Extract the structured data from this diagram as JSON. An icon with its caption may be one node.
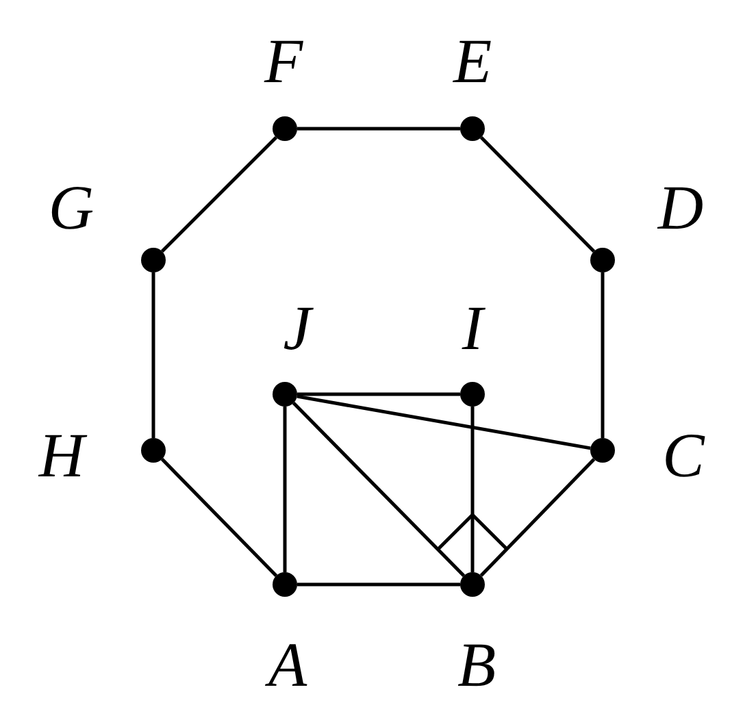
{
  "diagram": {
    "nodes": [
      {
        "text": [
          "F"
        ]
      },
      {
        "text": [
          "E"
        ]
      },
      {
        "text": [
          "G"
        ]
      },
      {
        "text": [
          "D"
        ]
      },
      {
        "text": [
          "J"
        ]
      },
      {
        "text": [
          "I"
        ]
      },
      {
        "text": [
          "H"
        ]
      },
      {
        "text": [
          "C"
        ]
      },
      {
        "text": [
          "A"
        ]
      },
      {
        "text": [
          "B"
        ]
      }
    ],
    "edges": [
      {
        "from": 8,
        "to": 9,
        "arrow": "none"
      },
      {
        "from": 9,
        "to": 7,
        "arrow": "none"
      },
      {
        "from": 7,
        "to": 3,
        "arrow": "none"
      },
      {
        "from": 3,
        "to": 1,
        "arrow": "none"
      },
      {
        "from": 1,
        "to": 0,
        "arrow": "none"
      },
      {
        "from": 0,
        "to": 2,
        "arrow": "none"
      },
      {
        "from": 2,
        "to": 6,
        "arrow": "none"
      },
      {
        "from": 6,
        "to": 8,
        "arrow": "none"
      },
      {
        "from": 4,
        "to": 5,
        "arrow": "none"
      },
      {
        "from": 4,
        "to": 7,
        "arrow": "none"
      },
      {
        "from": 4,
        "to": 8,
        "arrow": "none"
      },
      {
        "from": 4,
        "to": 9,
        "arrow": "none"
      },
      {
        "from": 5,
        "to": 9,
        "arrow": "none"
      }
    ]
  }
}
